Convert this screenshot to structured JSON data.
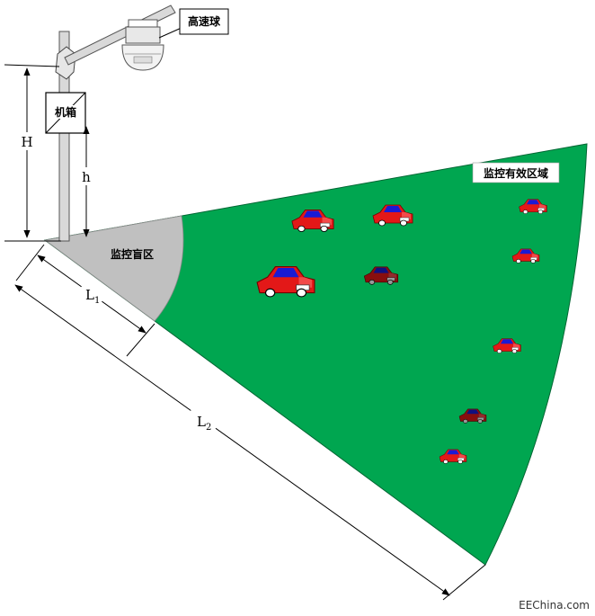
{
  "labels": {
    "camera": "高速球",
    "cabinet": "机箱",
    "blind_zone": "监控盲区",
    "effective_zone": "监控有效区域",
    "height_total": "H",
    "height_box": "h",
    "dist1_main": "L",
    "dist1_sub": "1",
    "dist2_main": "L",
    "dist2_sub": "2"
  },
  "watermark": "EEChina.com",
  "colors": {
    "effective_zone": "#00a650",
    "blind_zone": "#c0c0c0",
    "car_body": "#e31818",
    "car_dark": "#8b0a0a",
    "car_window": "#1a1ad4",
    "pole": "#d9d9d9"
  },
  "icons": [
    "camera-dome-icon",
    "car-icon"
  ]
}
